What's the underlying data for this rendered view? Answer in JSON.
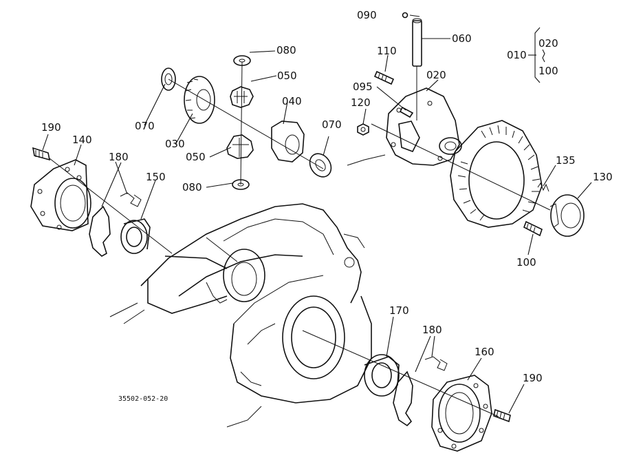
{
  "diagram_code": "35502-052-20",
  "callouts": {
    "c010": "010",
    "c020": "020",
    "c020b": "020",
    "c030": "030",
    "c040": "040",
    "c050a": "050",
    "c050b": "050",
    "c060": "060",
    "c070a": "070",
    "c070b": "070",
    "c080a": "080",
    "c080b": "080",
    "c090": "090",
    "c095": "095",
    "c100": "100",
    "c100b": "100",
    "c110": "110",
    "c120": "120",
    "c130": "130",
    "c135": "135",
    "c140": "140",
    "c150": "150",
    "c160": "160",
    "c170": "170",
    "c180a": "180",
    "c180b": "180",
    "c190a": "190",
    "c190b": "190"
  }
}
